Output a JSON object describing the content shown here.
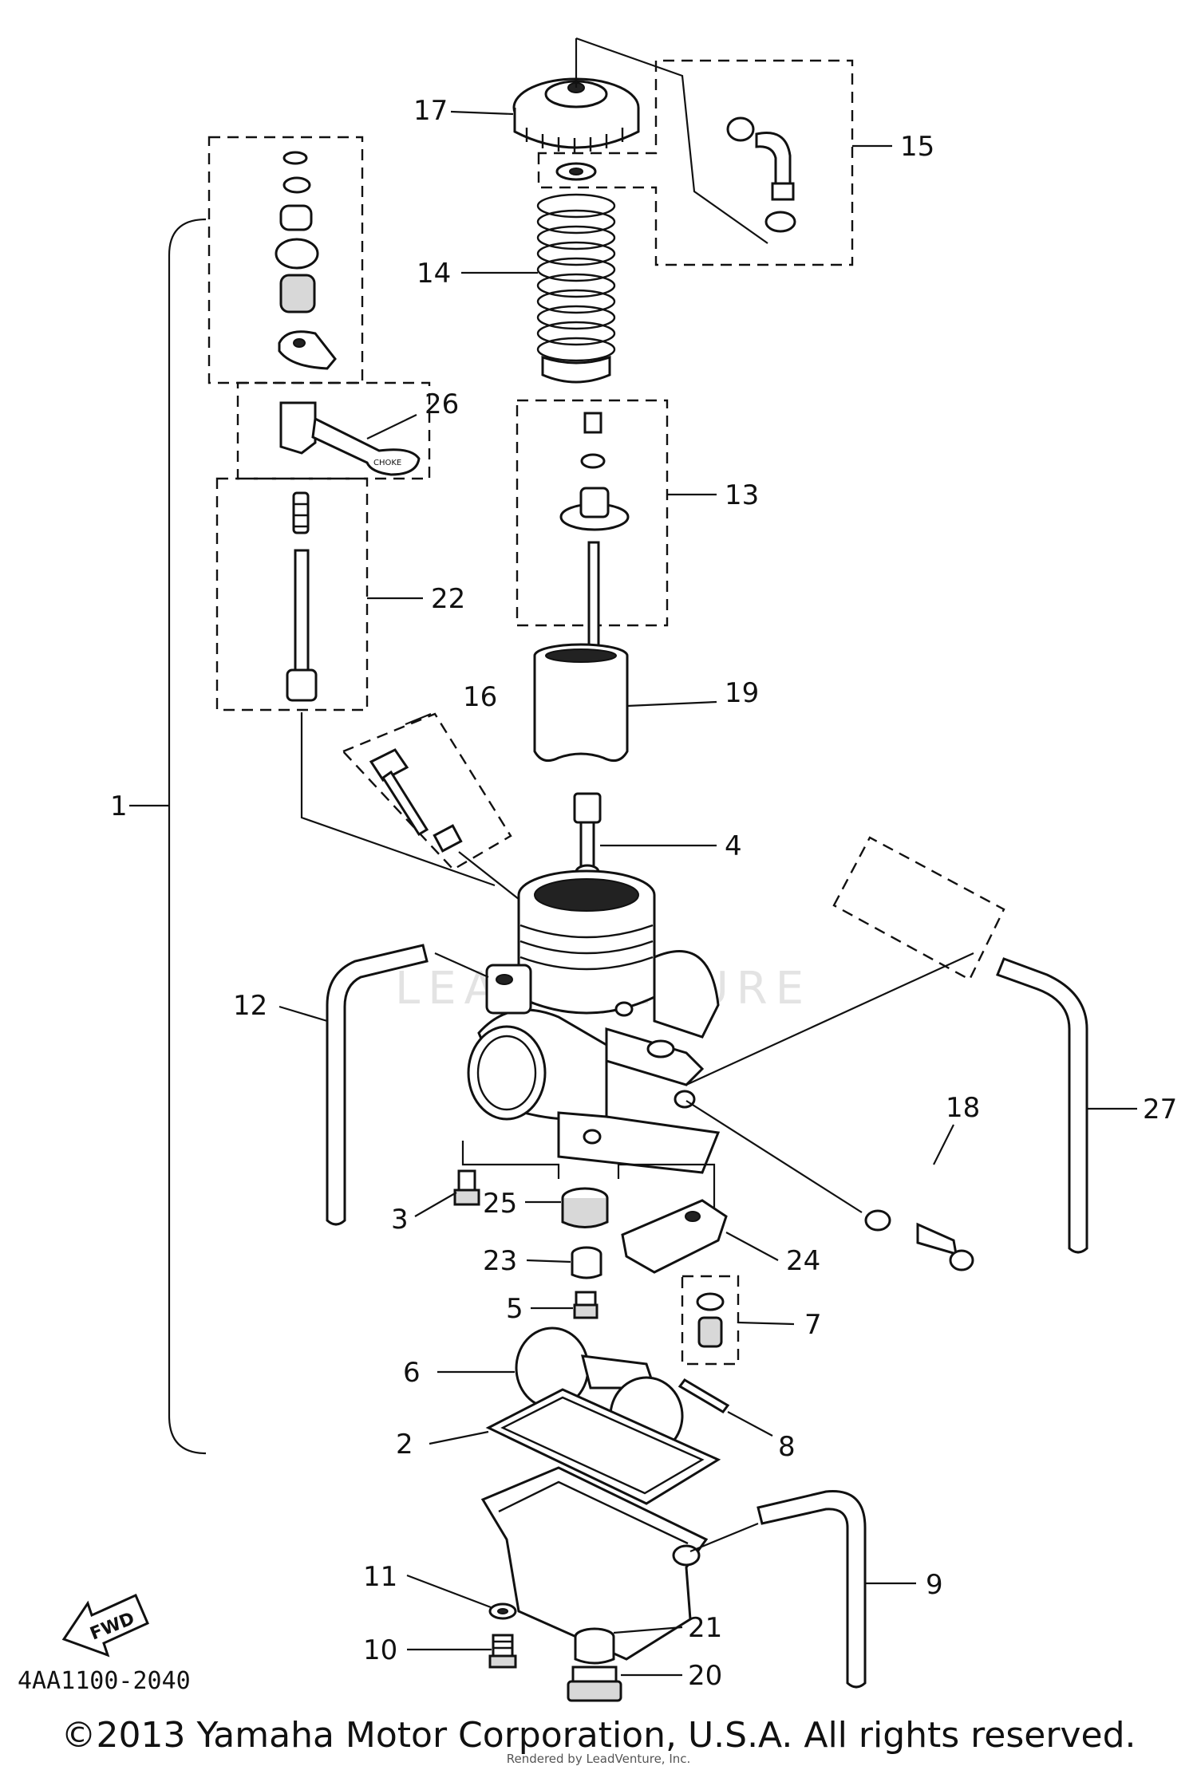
{
  "watermark": "LEADVENTURE",
  "diagram_code": "4AA1100-2040",
  "fwd_label": "FWD",
  "choke_label": "CHOKE",
  "copyright": "©2013 Yamaha Motor Corporation, U.S.A. All rights reserved.",
  "rendered_by": "Rendered by LeadVenture, Inc.",
  "callouts": [
    {
      "id": "1",
      "label": "1"
    },
    {
      "id": "2",
      "label": "2"
    },
    {
      "id": "3",
      "label": "3"
    },
    {
      "id": "4",
      "label": "4"
    },
    {
      "id": "5",
      "label": "5"
    },
    {
      "id": "6",
      "label": "6"
    },
    {
      "id": "7",
      "label": "7"
    },
    {
      "id": "8",
      "label": "8"
    },
    {
      "id": "9",
      "label": "9"
    },
    {
      "id": "10",
      "label": "10"
    },
    {
      "id": "11",
      "label": "11"
    },
    {
      "id": "12",
      "label": "12"
    },
    {
      "id": "13",
      "label": "13"
    },
    {
      "id": "14",
      "label": "14"
    },
    {
      "id": "15",
      "label": "15"
    },
    {
      "id": "16",
      "label": "16"
    },
    {
      "id": "17",
      "label": "17"
    },
    {
      "id": "18",
      "label": "18"
    },
    {
      "id": "19",
      "label": "19"
    },
    {
      "id": "20",
      "label": "20"
    },
    {
      "id": "21",
      "label": "21"
    },
    {
      "id": "22",
      "label": "22"
    },
    {
      "id": "23",
      "label": "23"
    },
    {
      "id": "24",
      "label": "24"
    },
    {
      "id": "25",
      "label": "25"
    },
    {
      "id": "26",
      "label": "26"
    },
    {
      "id": "27",
      "label": "27"
    }
  ]
}
